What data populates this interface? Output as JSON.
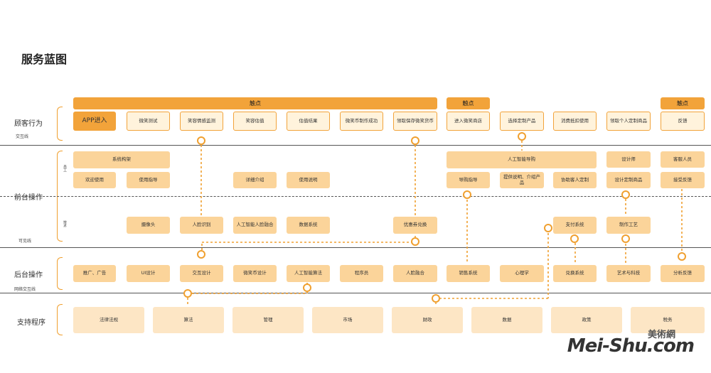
{
  "title": "服务蓝图",
  "lanes": {
    "customer": "顾客行为",
    "customer_sub": "交互线",
    "frontstage": "前台操作",
    "frontstage_sub": "可见线",
    "front_staff": "员工",
    "front_tech": "技术",
    "backstage": "后台操作",
    "backstage_sub": "网络交互线",
    "support": "支持程序"
  },
  "touchpoint_bars": [
    "触点",
    "触点",
    "触点"
  ],
  "customer_actions": [
    "APP进入",
    "微笑测试",
    "笑容情感监测",
    "笑容估值",
    "估值结果",
    "微笑币制作成功",
    "领取保存微笑货币",
    "进入微笑商店",
    "选择定制产品",
    "消费抵扣使用",
    "领取个人定制商品",
    "反馈"
  ],
  "front_staff_groups": [
    "系统构架",
    "人工智能导购",
    "设计师",
    "客服人员"
  ],
  "front_staff_items": [
    "欢迎使用",
    "使用指导",
    "详细介绍",
    "使用说明",
    "导购指导",
    "提供说明、介绍产品",
    "协助客人定制",
    "设计定制商品",
    "接受反馈"
  ],
  "front_tech_items": [
    "摄像头",
    "人脸识别",
    "人工智能人脸融合",
    "数据系统",
    "优惠券兑换",
    "支付系统",
    "制作工艺"
  ],
  "backstage_items": [
    "推广、广告",
    "UI设计",
    "交互设计",
    "微笑币设计",
    "人工智能算法",
    "程序员",
    "人脸融合",
    "销售系统",
    "心理学",
    "兑换系统",
    "艺术与科技",
    "分析反馈"
  ],
  "support_items": [
    "法律法规",
    "算法",
    "管理",
    "市场",
    "财政",
    "数据",
    "政策",
    "税务"
  ],
  "watermark": {
    "brand": "Mei-Shu.com",
    "cn": "美術網"
  },
  "colors": {
    "accent": "#f2a33a",
    "light": "#fbd49a",
    "pale": "#fde6c5"
  }
}
